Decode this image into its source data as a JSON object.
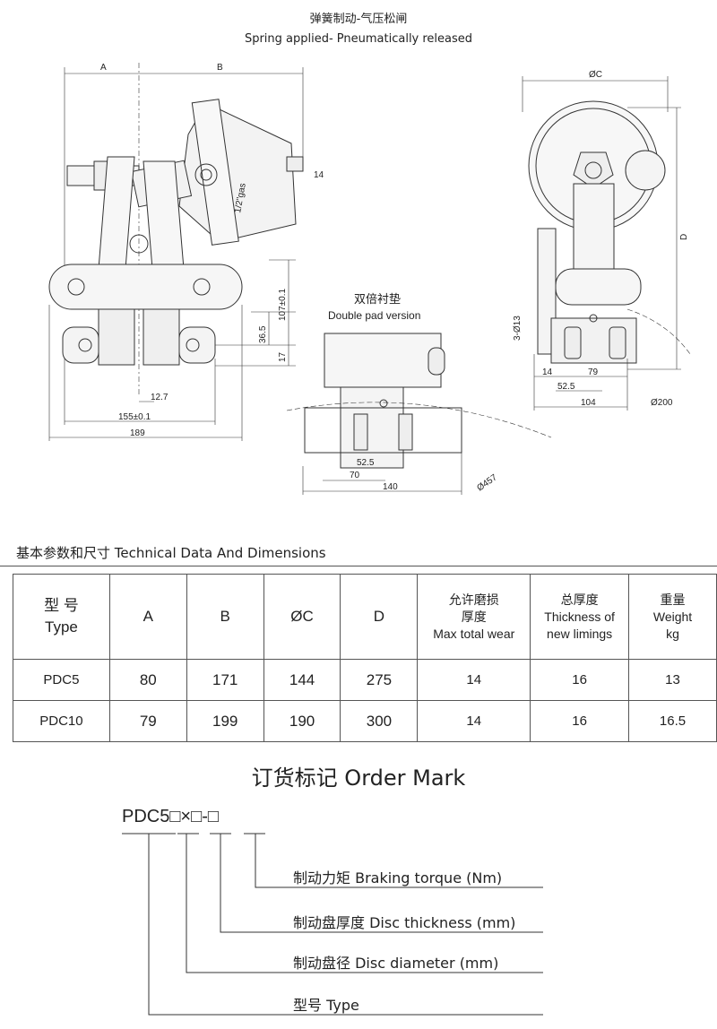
{
  "header": {
    "title_cn": "弹簧制动-气压松闸",
    "title_en": "Spring applied- Pneumatically released"
  },
  "drawing": {
    "left": {
      "label_a": "A",
      "label_b": "B",
      "port": "1/2\"gas",
      "dim_14": "14",
      "dim_107": "107±0.1",
      "dim_36_5": "36.5",
      "dim_17": "17",
      "dim_12_7": "12.7",
      "dim_155": "155±0.1",
      "dim_189": "189"
    },
    "middle": {
      "title_cn": "双倍衬垫",
      "title_en": "Double pad version",
      "dim_52_5": "52.5",
      "dim_70": "70",
      "dim_140": "140",
      "dia_457": "Ø457"
    },
    "right": {
      "label_c": "ØC",
      "label_d": "D",
      "holes": "3-Ø13",
      "dim_14": "14",
      "dim_79": "79",
      "dim_52_5": "52.5",
      "dim_104": "104",
      "dia_200": "Ø200"
    }
  },
  "spec": {
    "section_title": "基本参数和尺寸   Technical Data And Dimensions",
    "headers": [
      {
        "cn": "型  号",
        "en": "Type"
      },
      {
        "en": "A"
      },
      {
        "en": "B"
      },
      {
        "en": "ØC"
      },
      {
        "en": "D"
      },
      {
        "cn": "允许磨损",
        "en1": "厚度",
        "en2": "Max total wear"
      },
      {
        "cn": "总厚度",
        "en1": "Thickness of",
        "en2": "new limings"
      },
      {
        "cn": "重量",
        "en1": "Weight",
        "en2": "kg"
      }
    ],
    "rows": [
      [
        "PDC5",
        "80",
        "171",
        "144",
        "275",
        "14",
        "16",
        "13"
      ],
      [
        "PDC10",
        "79",
        "199",
        "190",
        "300",
        "14",
        "16",
        "16.5"
      ]
    ]
  },
  "order": {
    "title": "订货标记 Order Mark",
    "code": "PDC5□×□-□",
    "labels": [
      "制动力矩 Braking torque (Nm)",
      "制动盘厚度  Disc thickness (mm)",
      "制动盘径  Disc diameter (mm)",
      "型号 Type"
    ]
  }
}
